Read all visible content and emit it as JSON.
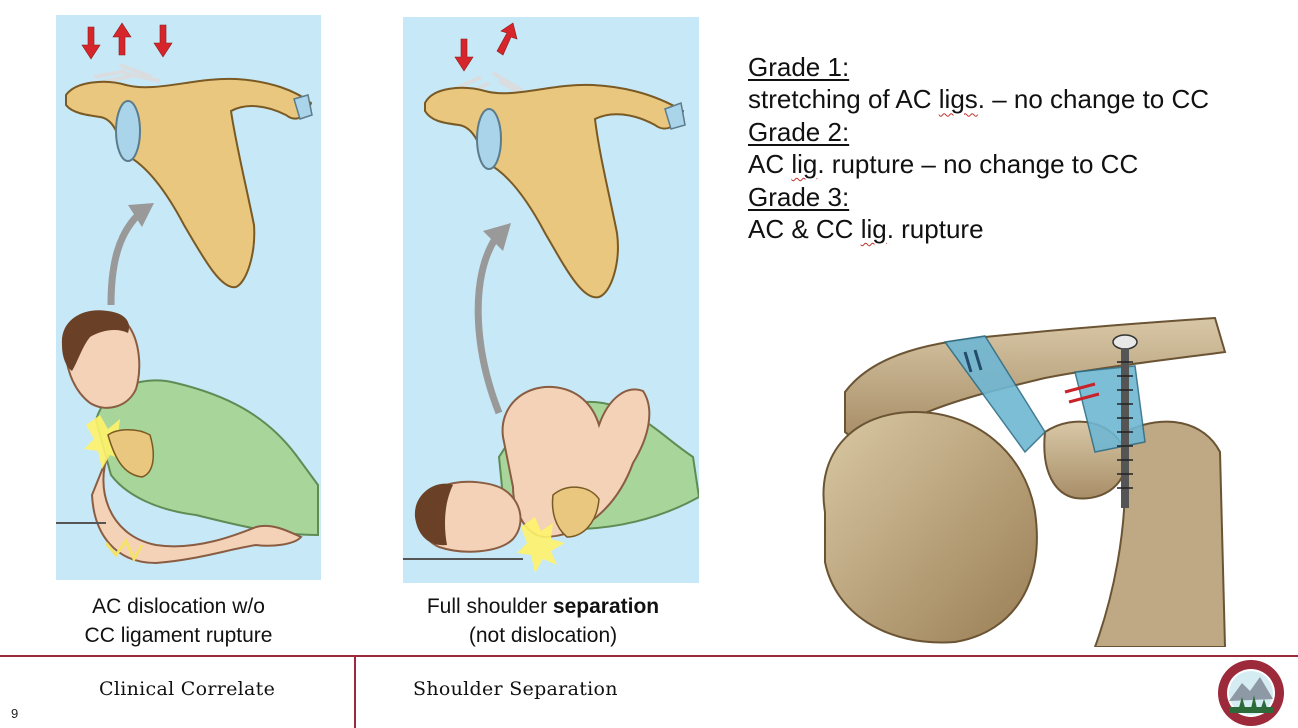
{
  "slide": {
    "number": "9",
    "accent_color": "#9c2a3b"
  },
  "panels": {
    "left": {
      "caption_line1": "AC dislocation w/o",
      "caption_line2": "CC ligament rupture"
    },
    "right": {
      "caption_prefix": "Full shoulder ",
      "caption_bold": "separation",
      "caption_line2": "(not dislocation)"
    }
  },
  "grades": {
    "grade1_title": "Grade 1:",
    "grade1_desc_a": "stretching of AC ",
    "grade1_desc_b": "ligs",
    "grade1_desc_c": ". – no change to CC",
    "grade2_title": "Grade 2:",
    "grade2_desc_a": "AC ",
    "grade2_desc_b": "lig",
    "grade2_desc_c": ". rupture – no change to CC",
    "grade3_title": "Grade 3:",
    "grade3_desc_a": "AC & CC ",
    "grade3_desc_b": "lig",
    "grade3_desc_c": ". rupture"
  },
  "footer": {
    "left_title": "Clinical Correlate",
    "right_title": "Shoulder Separation"
  },
  "icons": {
    "logo": "rocky-vista-university-seal",
    "injury_arrow": "red-arrow-icon"
  },
  "colors": {
    "panel_bg": "#c7e8f6",
    "bone": "#e9c77e",
    "shirt": "#a8d59a",
    "arrow_red": "#d7262b",
    "ligament_blue": "#6fb7d3"
  }
}
